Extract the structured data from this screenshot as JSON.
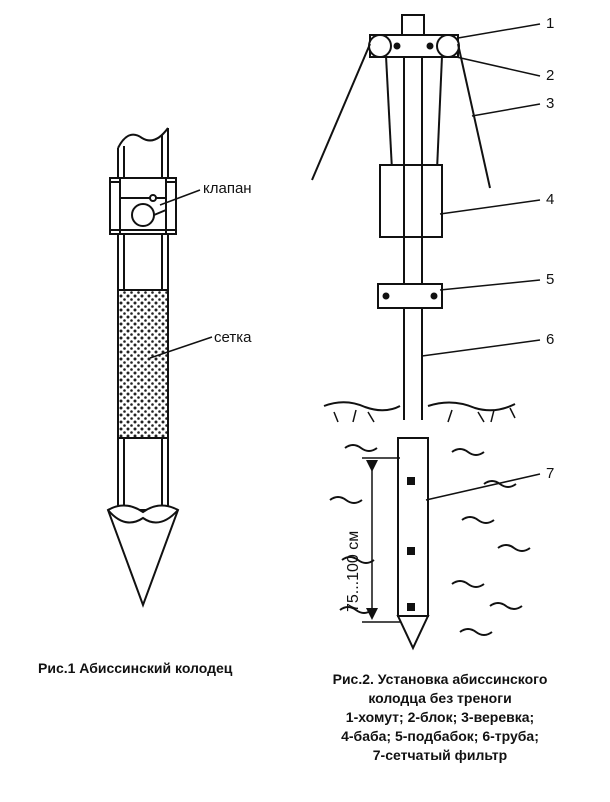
{
  "figure1": {
    "caption": "Рис.1   Абиссинский колодец",
    "labels": {
      "valve": "клапан",
      "mesh": "сетка"
    }
  },
  "figure2": {
    "caption_lines": [
      "Рис.2. Установка абиссинского",
      "колодца без треноги",
      "1-хомут; 2-блок; 3-веревка;",
      "4-баба; 5-подбабок; 6-труба;",
      "7-сетчатый фильтр"
    ],
    "callouts": [
      "1",
      "2",
      "3",
      "4",
      "5",
      "6",
      "7"
    ],
    "dimension": "75...100 см"
  },
  "colors": {
    "ink": "#111111",
    "background": "#ffffff"
  }
}
